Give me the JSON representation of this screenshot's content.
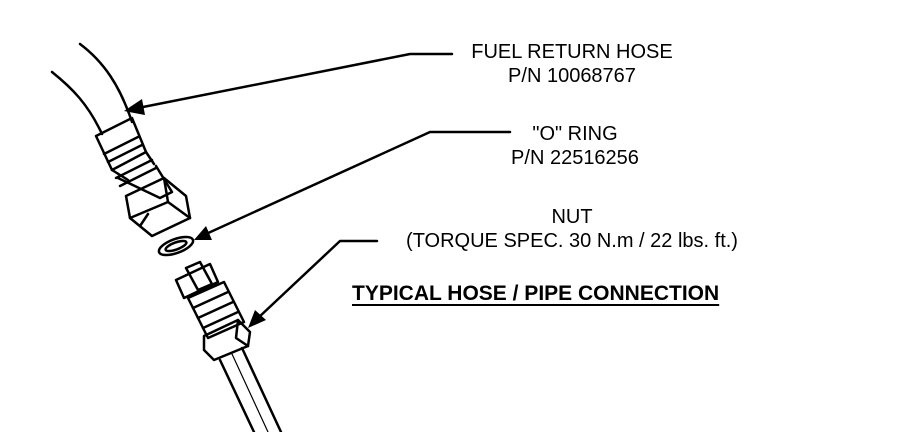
{
  "labels": {
    "fuel_return_hose": {
      "name": "FUEL RETURN HOSE",
      "part_number": "P/N 10068767"
    },
    "o_ring": {
      "name": "\"O\" RING",
      "part_number": "P/N 22516256"
    },
    "nut": {
      "name": "NUT",
      "spec": "(TORQUE SPEC. 30 N.m / 22 lbs. ft.)"
    }
  },
  "title": "TYPICAL HOSE / PIPE CONNECTION"
}
